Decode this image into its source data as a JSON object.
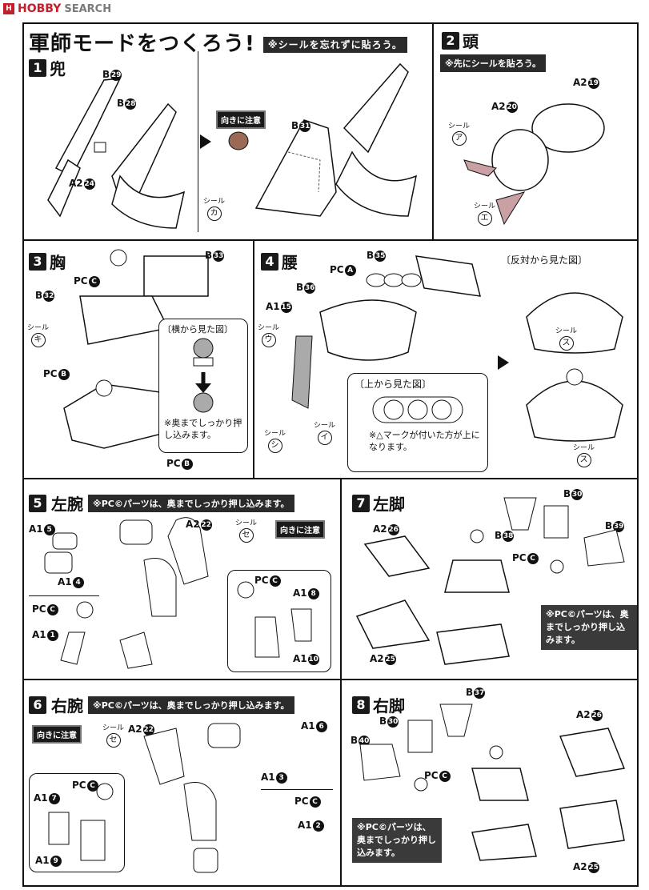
{
  "header": {
    "logo_mark": "H",
    "logo_brand": "HOBBY",
    "logo_search": "SEARCH"
  },
  "page": {
    "title": "軍師モードをつくろう!",
    "subtitle": "※シールを忘れずに貼ろう。"
  },
  "step1": {
    "num": "1",
    "name": "兜",
    "labels": {
      "b29": "B",
      "b29n": "29",
      "b28": "B",
      "b28n": "28",
      "a24": "A2",
      "a24n": "24",
      "b31": "B",
      "b31n": "31"
    },
    "caution": "向きに注意",
    "seal_label": "シール",
    "seal": "カ"
  },
  "step2": {
    "num": "2",
    "name": "頭",
    "note": "※先にシールを貼ろう。",
    "labels": {
      "a19": "A2",
      "a19n": "19",
      "a20": "A2",
      "a20n": "20"
    },
    "seal_a_label": "シール",
    "seal_a": "ア",
    "seal_e_label": "シール",
    "seal_e": "エ"
  },
  "step3": {
    "num": "3",
    "name": "胸",
    "labels": {
      "b33": "B",
      "b33n": "33",
      "pcC": "PC",
      "pcCn": "C",
      "b32": "B",
      "b32n": "32",
      "pcB1": "PC",
      "pcB1n": "B",
      "pcB2": "PC",
      "pcB2n": "B"
    },
    "seal_label": "シール",
    "seal": "キ",
    "sideview": "〔横から見た図〕",
    "note": "※奥までしっかり押し込みます。"
  },
  "step4": {
    "num": "4",
    "name": "腰",
    "labels": {
      "b35": "B",
      "b35n": "35",
      "pcA": "PC",
      "pcAn": "A",
      "b36": "B",
      "b36n": "36",
      "a15": "A1",
      "a15n": "15"
    },
    "seal_u_label": "シール",
    "seal_u": "ウ",
    "seal_shi_label": "シール",
    "seal_shi": "シ",
    "seal_i_label": "シール",
    "seal_i": "イ",
    "topview": "〔上から見た図〕",
    "topnote": "※△マークが付いた方が上になります。",
    "oppview": "〔反対から見た図〕",
    "seal_su1_label": "シール",
    "seal_su1": "ス",
    "seal_su2_label": "シール",
    "seal_su2": "ス"
  },
  "step5": {
    "num": "5",
    "name": "左腕",
    "note": "※PC©パーツは、奥までしっかり押し込みます。",
    "labels": {
      "a5": "A1",
      "a5n": "5",
      "a4": "A1",
      "a4n": "4",
      "pcC1": "PC",
      "pcC1n": "C",
      "a1": "A1",
      "a1n": "1",
      "a22": "A2",
      "a22n": "22",
      "pcC2": "PC",
      "pcC2n": "C",
      "a8": "A1",
      "a8n": "8",
      "a10": "A1",
      "a10n": "10"
    },
    "seal_label": "シール",
    "seal": "セ",
    "caution": "向きに注意"
  },
  "step6": {
    "num": "6",
    "name": "右腕",
    "note": "※PC©パーツは、奥までしっかり押し込みます。",
    "labels": {
      "a22": "A2",
      "a22n": "22",
      "a6": "A1",
      "a6n": "6",
      "a3": "A1",
      "a3n": "3",
      "pcC1": "PC",
      "pcC1n": "C",
      "a2": "A1",
      "a2n": "2",
      "pcC2": "PC",
      "pcC2n": "C",
      "a7": "A1",
      "a7n": "7",
      "a9": "A1",
      "a9n": "9"
    },
    "seal_label": "シール",
    "seal": "セ",
    "caution": "向きに注意"
  },
  "step7": {
    "num": "7",
    "name": "左脚",
    "labels": {
      "a26": "A2",
      "a26n": "26",
      "a25": "A2",
      "a25n": "25",
      "b30": "B",
      "b30n": "30",
      "b38": "B",
      "b38n": "38",
      "b39": "B",
      "b39n": "39",
      "pcC": "PC",
      "pcCn": "C"
    },
    "note": "※PC©パーツは、奥までしっかり押し込みます。"
  },
  "step8": {
    "num": "8",
    "name": "右脚",
    "labels": {
      "b37": "B",
      "b37n": "37",
      "b30": "B",
      "b30n": "30",
      "b40": "B",
      "b40n": "40",
      "pcC": "PC",
      "pcCn": "C",
      "a26": "A2",
      "a26n": "26",
      "a25": "A2",
      "a25n": "25"
    },
    "note": "※PC©パーツは、奥までしっかり押し込みます。"
  }
}
